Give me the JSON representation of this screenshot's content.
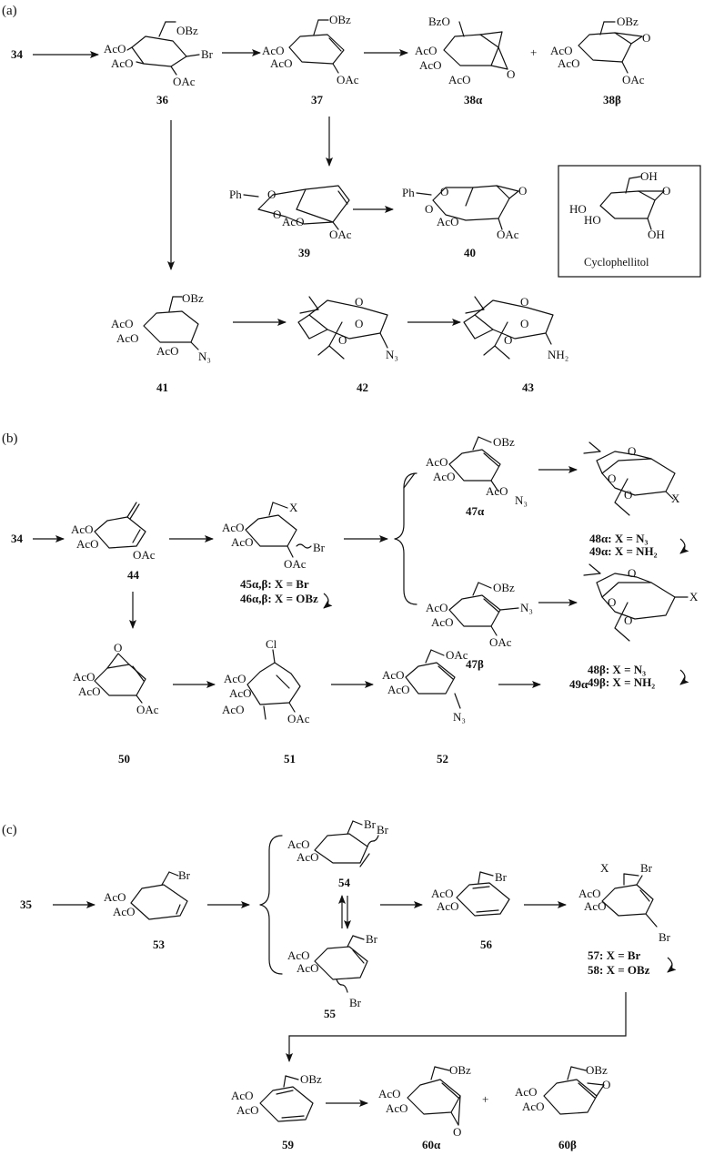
{
  "panels": {
    "a": "(a)",
    "b": "(b)",
    "c": "(c)"
  },
  "starts": {
    "a": "34",
    "b": "34",
    "c": "35"
  },
  "compounds": {
    "c36": "36",
    "c37": "37",
    "c38a": "38α",
    "c38b": "38β",
    "c39": "39",
    "c40": "40",
    "c41": "41",
    "c42": "42",
    "c43": "43",
    "c44": "44",
    "c45": "45α,β: X = Br",
    "c46": "46α,β: X = OBz",
    "c47a": "47α",
    "c47b": "47β",
    "c48a": "48α: X = N₃",
    "c49a": "49α: X = NH₂",
    "c48b": "48β: X = N₃",
    "c49b": "49β: X = NH₂",
    "c50": "50",
    "c51": "51",
    "c52": "52",
    "c49a_end": "49α",
    "c53": "53",
    "c54": "54",
    "c55": "55",
    "c56": "56",
    "c57": "57: X = Br",
    "c58": "58: X = OBz",
    "c59": "59",
    "c60a": "60α",
    "c60b": "60β"
  },
  "plus_signs": [
    "+",
    "+"
  ],
  "inset": {
    "caption": "Cyclophellitol",
    "labels": [
      "OH",
      "HO",
      "HO",
      "OH",
      "O"
    ]
  },
  "atoms": {
    "AcO": "AcO",
    "OAc": "OAc",
    "OBz": "OBz",
    "BzO": "BzO",
    "Br": "Br",
    "Cl": "Cl",
    "O": "O",
    "N3": "N₃",
    "NH2": "NH₂",
    "Ph": "Ph",
    "X": "X"
  }
}
